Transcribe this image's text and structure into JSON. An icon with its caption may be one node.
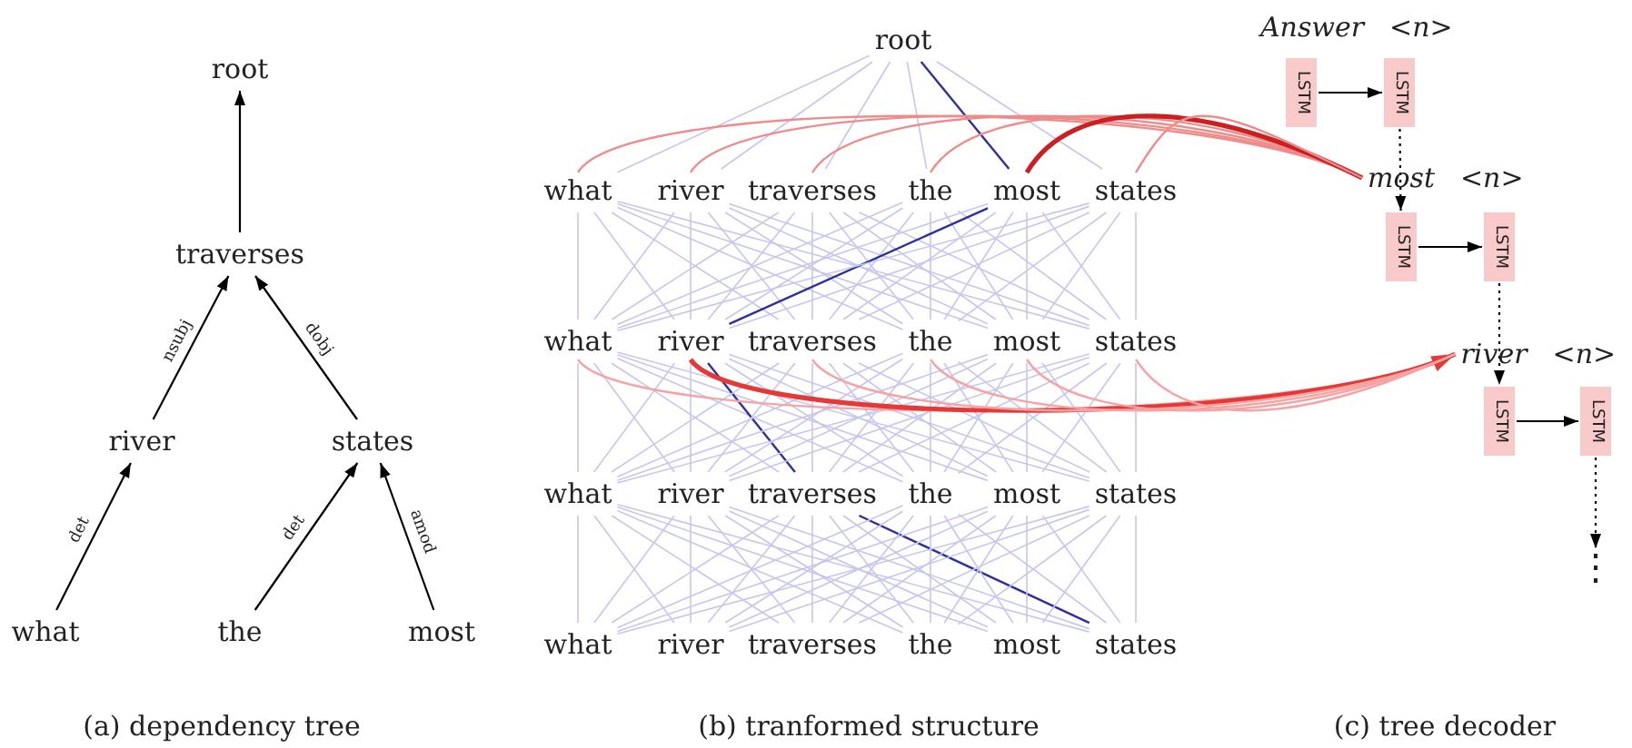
{
  "diagram": {
    "nodes": [
      {
        "text": [
          "root"
        ]
      },
      {
        "text": [
          "traverses"
        ]
      },
      {
        "text": [
          "river"
        ]
      },
      {
        "text": [
          "states"
        ]
      },
      {
        "text": [
          "what"
        ]
      },
      {
        "text": [
          "the"
        ]
      },
      {
        "text": [
          "most"
        ]
      },
      {
        "text": [
          "root"
        ]
      },
      {
        "text": [
          "what"
        ]
      },
      {
        "text": [
          "river"
        ]
      },
      {
        "text": [
          "traverses"
        ]
      },
      {
        "text": [
          "the"
        ]
      },
      {
        "text": [
          "most"
        ]
      },
      {
        "text": [
          "states"
        ]
      },
      {
        "text": [
          "what"
        ]
      },
      {
        "text": [
          "river"
        ]
      },
      {
        "text": [
          "traverses"
        ]
      },
      {
        "text": [
          "the"
        ]
      },
      {
        "text": [
          "most"
        ]
      },
      {
        "text": [
          "states"
        ]
      },
      {
        "text": [
          "what"
        ]
      },
      {
        "text": [
          "river"
        ]
      },
      {
        "text": [
          "traverses"
        ]
      },
      {
        "text": [
          "the"
        ]
      },
      {
        "text": [
          "most"
        ]
      },
      {
        "text": [
          "states"
        ]
      },
      {
        "text": [
          "what"
        ]
      },
      {
        "text": [
          "river"
        ]
      },
      {
        "text": [
          "traverses"
        ]
      },
      {
        "text": [
          "the"
        ]
      },
      {
        "text": [
          "most"
        ]
      },
      {
        "text": [
          "states"
        ]
      },
      {
        "text": [
          "Answer"
        ],
        "beside": [
          "<n>"
        ]
      },
      {
        "text": [
          "LSTM"
        ]
      },
      {
        "text": [
          "LSTM"
        ]
      },
      {
        "text": [
          "most"
        ],
        "beside": [
          "<n>"
        ]
      },
      {
        "text": [
          "LSTM"
        ]
      },
      {
        "text": [
          "LSTM"
        ]
      },
      {
        "text": [
          "river"
        ],
        "beside": [
          "<n>"
        ]
      },
      {
        "text": [
          "LSTM"
        ]
      },
      {
        "text": [
          "LSTM"
        ]
      },
      {
        "text": [
          "⋮"
        ]
      }
    ],
    "edges": [
      {
        "from": 1,
        "to": 0,
        "arrow": "to",
        "color": "#000000"
      },
      {
        "from": 2,
        "to": 1,
        "arrow": "to",
        "label": "nsubj",
        "color": "#000000"
      },
      {
        "from": 3,
        "to": 1,
        "arrow": "to",
        "label": "dobj",
        "color": "#000000"
      },
      {
        "from": 4,
        "to": 2,
        "arrow": "to",
        "label": "det",
        "color": "#000000"
      },
      {
        "from": 5,
        "to": 3,
        "arrow": "to",
        "label": "det",
        "color": "#000000"
      },
      {
        "from": 6,
        "to": 3,
        "arrow": "to",
        "label": "amod",
        "color": "#000000"
      },
      {
        "from": 7,
        "to": 8,
        "arrow": "none"
      },
      {
        "from": 7,
        "to": 9,
        "arrow": "none"
      },
      {
        "from": 7,
        "to": 10,
        "arrow": "none"
      },
      {
        "from": 7,
        "to": 11,
        "arrow": "none"
      },
      {
        "from": 7,
        "to": 12,
        "arrow": "none",
        "color": "#2e2e9e"
      },
      {
        "from": 7,
        "to": 13,
        "arrow": "none"
      },
      {
        "from": 8,
        "to": 14,
        "arrow": "none"
      },
      {
        "from": 8,
        "to": 15,
        "arrow": "none"
      },
      {
        "from": 8,
        "to": 16,
        "arrow": "none"
      },
      {
        "from": 8,
        "to": 17,
        "arrow": "none"
      },
      {
        "from": 8,
        "to": 18,
        "arrow": "none"
      },
      {
        "from": 8,
        "to": 19,
        "arrow": "none"
      },
      {
        "from": 9,
        "to": 14,
        "arrow": "none"
      },
      {
        "from": 9,
        "to": 15,
        "arrow": "none"
      },
      {
        "from": 9,
        "to": 16,
        "arrow": "none"
      },
      {
        "from": 9,
        "to": 17,
        "arrow": "none"
      },
      {
        "from": 9,
        "to": 18,
        "arrow": "none"
      },
      {
        "from": 9,
        "to": 19,
        "arrow": "none"
      },
      {
        "from": 10,
        "to": 14,
        "arrow": "none"
      },
      {
        "from": 10,
        "to": 15,
        "arrow": "none"
      },
      {
        "from": 10,
        "to": 16,
        "arrow": "none"
      },
      {
        "from": 10,
        "to": 17,
        "arrow": "none"
      },
      {
        "from": 10,
        "to": 18,
        "arrow": "none"
      },
      {
        "from": 10,
        "to": 19,
        "arrow": "none"
      },
      {
        "from": 11,
        "to": 14,
        "arrow": "none"
      },
      {
        "from": 11,
        "to": 15,
        "arrow": "none"
      },
      {
        "from": 11,
        "to": 16,
        "arrow": "none"
      },
      {
        "from": 11,
        "to": 17,
        "arrow": "none"
      },
      {
        "from": 11,
        "to": 18,
        "arrow": "none"
      },
      {
        "from": 11,
        "to": 19,
        "arrow": "none"
      },
      {
        "from": 12,
        "to": 14,
        "arrow": "none"
      },
      {
        "from": 12,
        "to": 15,
        "arrow": "none",
        "color": "#2e2e9e"
      },
      {
        "from": 12,
        "to": 16,
        "arrow": "none"
      },
      {
        "from": 12,
        "to": 17,
        "arrow": "none"
      },
      {
        "from": 12,
        "to": 18,
        "arrow": "none"
      },
      {
        "from": 12,
        "to": 19,
        "arrow": "none"
      },
      {
        "from": 13,
        "to": 14,
        "arrow": "none"
      },
      {
        "from": 13,
        "to": 15,
        "arrow": "none"
      },
      {
        "from": 13,
        "to": 16,
        "arrow": "none"
      },
      {
        "from": 13,
        "to": 17,
        "arrow": "none"
      },
      {
        "from": 13,
        "to": 18,
        "arrow": "none"
      },
      {
        "from": 13,
        "to": 19,
        "arrow": "none"
      },
      {
        "from": 14,
        "to": 20,
        "arrow": "none"
      },
      {
        "from": 14,
        "to": 21,
        "arrow": "none"
      },
      {
        "from": 14,
        "to": 22,
        "arrow": "none"
      },
      {
        "from": 14,
        "to": 23,
        "arrow": "none"
      },
      {
        "from": 14,
        "to": 24,
        "arrow": "none"
      },
      {
        "from": 14,
        "to": 25,
        "arrow": "none"
      },
      {
        "from": 15,
        "to": 20,
        "arrow": "none"
      },
      {
        "from": 15,
        "to": 21,
        "arrow": "none"
      },
      {
        "from": 15,
        "to": 22,
        "arrow": "none",
        "color": "#2e2e9e"
      },
      {
        "from": 15,
        "to": 23,
        "arrow": "none"
      },
      {
        "from": 15,
        "to": 24,
        "arrow": "none"
      },
      {
        "from": 15,
        "to": 25,
        "arrow": "none"
      },
      {
        "from": 16,
        "to": 20,
        "arrow": "none"
      },
      {
        "from": 16,
        "to": 21,
        "arrow": "none"
      },
      {
        "from": 16,
        "to": 22,
        "arrow": "none"
      },
      {
        "from": 16,
        "to": 23,
        "arrow": "none"
      },
      {
        "from": 16,
        "to": 24,
        "arrow": "none"
      },
      {
        "from": 16,
        "to": 25,
        "arrow": "none"
      },
      {
        "from": 17,
        "to": 20,
        "arrow": "none"
      },
      {
        "from": 17,
        "to": 21,
        "arrow": "none"
      },
      {
        "from": 17,
        "to": 22,
        "arrow": "none"
      },
      {
        "from": 17,
        "to": 23,
        "arrow": "none"
      },
      {
        "from": 17,
        "to": 24,
        "arrow": "none"
      },
      {
        "from": 17,
        "to": 25,
        "arrow": "none"
      },
      {
        "from": 18,
        "to": 20,
        "arrow": "none"
      },
      {
        "from": 18,
        "to": 21,
        "arrow": "none"
      },
      {
        "from": 18,
        "to": 22,
        "arrow": "none"
      },
      {
        "from": 18,
        "to": 23,
        "arrow": "none"
      },
      {
        "from": 18,
        "to": 24,
        "arrow": "none"
      },
      {
        "from": 18,
        "to": 25,
        "arrow": "none"
      },
      {
        "from": 19,
        "to": 20,
        "arrow": "none"
      },
      {
        "from": 19,
        "to": 21,
        "arrow": "none"
      },
      {
        "from": 19,
        "to": 22,
        "arrow": "none"
      },
      {
        "from": 19,
        "to": 23,
        "arrow": "none"
      },
      {
        "from": 19,
        "to": 24,
        "arrow": "none"
      },
      {
        "from": 19,
        "to": 25,
        "arrow": "none"
      },
      {
        "from": 20,
        "to": 26,
        "arrow": "none"
      },
      {
        "from": 20,
        "to": 27,
        "arrow": "none"
      },
      {
        "from": 20,
        "to": 28,
        "arrow": "none"
      },
      {
        "from": 20,
        "to": 29,
        "arrow": "none"
      },
      {
        "from": 20,
        "to": 30,
        "arrow": "none"
      },
      {
        "from": 20,
        "to": 31,
        "arrow": "none"
      },
      {
        "from": 21,
        "to": 26,
        "arrow": "none"
      },
      {
        "from": 21,
        "to": 27,
        "arrow": "none"
      },
      {
        "from": 21,
        "to": 28,
        "arrow": "none"
      },
      {
        "from": 21,
        "to": 29,
        "arrow": "none"
      },
      {
        "from": 21,
        "to": 30,
        "arrow": "none"
      },
      {
        "from": 21,
        "to": 31,
        "arrow": "none"
      },
      {
        "from": 22,
        "to": 26,
        "arrow": "none"
      },
      {
        "from": 22,
        "to": 27,
        "arrow": "none"
      },
      {
        "from": 22,
        "to": 28,
        "arrow": "none"
      },
      {
        "from": 22,
        "to": 29,
        "arrow": "none"
      },
      {
        "from": 22,
        "to": 30,
        "arrow": "none"
      },
      {
        "from": 22,
        "to": 31,
        "arrow": "none",
        "color": "#2e2e9e"
      },
      {
        "from": 23,
        "to": 26,
        "arrow": "none"
      },
      {
        "from": 23,
        "to": 27,
        "arrow": "none"
      },
      {
        "from": 23,
        "to": 28,
        "arrow": "none"
      },
      {
        "from": 23,
        "to": 29,
        "arrow": "none"
      },
      {
        "from": 23,
        "to": 30,
        "arrow": "none"
      },
      {
        "from": 23,
        "to": 31,
        "arrow": "none"
      },
      {
        "from": 24,
        "to": 26,
        "arrow": "none"
      },
      {
        "from": 24,
        "to": 27,
        "arrow": "none"
      },
      {
        "from": 24,
        "to": 28,
        "arrow": "none"
      },
      {
        "from": 24,
        "to": 29,
        "arrow": "none"
      },
      {
        "from": 24,
        "to": 30,
        "arrow": "none"
      },
      {
        "from": 24,
        "to": 31,
        "arrow": "none"
      },
      {
        "from": 25,
        "to": 26,
        "arrow": "none"
      },
      {
        "from": 25,
        "to": 27,
        "arrow": "none"
      },
      {
        "from": 25,
        "to": 28,
        "arrow": "none"
      },
      {
        "from": 25,
        "to": 29,
        "arrow": "none"
      },
      {
        "from": 25,
        "to": 30,
        "arrow": "none"
      },
      {
        "from": 25,
        "to": 31,
        "arrow": "none"
      },
      {
        "from": 33,
        "to": 34,
        "arrow": "to",
        "color": "#000000"
      },
      {
        "from": 34,
        "to": 36,
        "arrow": "to",
        "style": "dashed",
        "color": "#000000"
      },
      {
        "from": 36,
        "to": 37,
        "arrow": "to",
        "color": "#000000"
      },
      {
        "from": 37,
        "to": 39,
        "arrow": "to",
        "style": "dashed",
        "color": "#000000"
      },
      {
        "from": 39,
        "to": 40,
        "arrow": "to",
        "color": "#000000"
      },
      {
        "from": 40,
        "to": 41,
        "arrow": "to",
        "style": "dashed",
        "color": "#000000"
      },
      {
        "from": 8,
        "to": 35,
        "arrow": "none",
        "color": "#ee8c8c"
      },
      {
        "from": 9,
        "to": 35,
        "arrow": "none",
        "color": "#ee8c8c"
      },
      {
        "from": 10,
        "to": 35,
        "arrow": "none",
        "color": "#ee8c8c"
      },
      {
        "from": 11,
        "to": 35,
        "arrow": "none",
        "color": "#ee8c8c"
      },
      {
        "from": 12,
        "to": 35,
        "arrow": "none",
        "style": "thick",
        "color": "#cc1f1f"
      },
      {
        "from": 13,
        "to": 35,
        "arrow": "none",
        "color": "#ee8c8c"
      },
      {
        "from": 14,
        "to": 38,
        "arrow": "none",
        "color": "#f5a3a3"
      },
      {
        "from": 15,
        "to": 38,
        "arrow": "to",
        "style": "thick",
        "color": "#e53935"
      },
      {
        "from": 16,
        "to": 38,
        "arrow": "none",
        "color": "#f5a3a3"
      },
      {
        "from": 17,
        "to": 38,
        "arrow": "none",
        "color": "#f5a3a3"
      },
      {
        "from": 18,
        "to": 38,
        "arrow": "none",
        "color": "#f5a3a3"
      },
      {
        "from": 19,
        "to": 38,
        "arrow": "none",
        "color": "#f5a3a3"
      }
    ],
    "labels": [
      "(a) dependency tree",
      "(b) tranformed structure",
      "(c) tree decoder"
    ]
  }
}
